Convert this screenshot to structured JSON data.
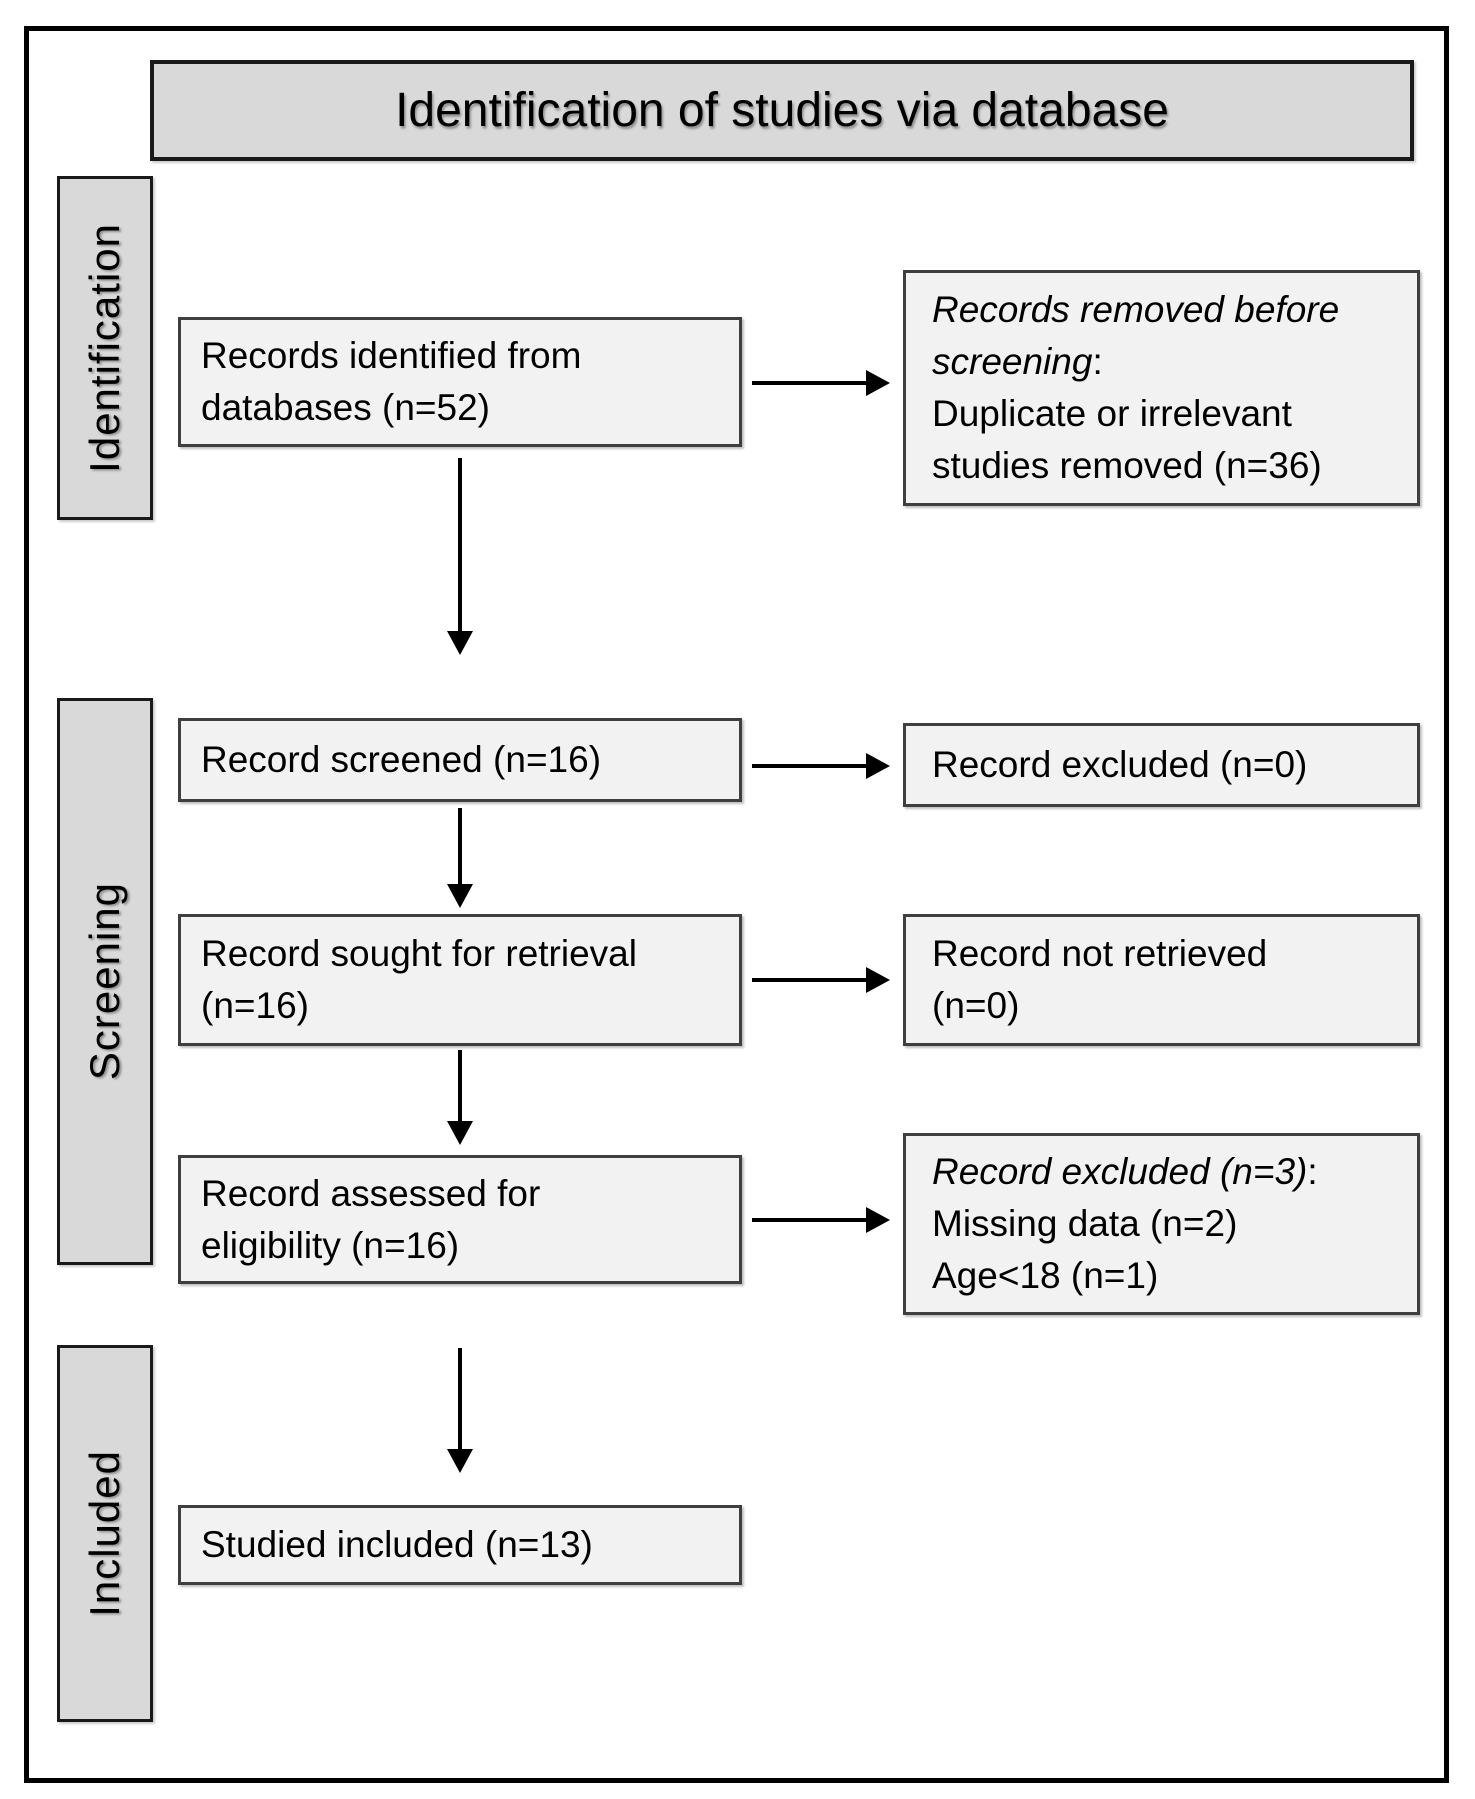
{
  "title": "Identification of studies via database",
  "colors": {
    "page-bg": "#ffffff",
    "band-fill": "#d9d9d9",
    "box-fill": "#f2f2f2",
    "frame-color": "#000000",
    "box-border": "#3f3f3f",
    "text-color": "#000000"
  },
  "stages": [
    {
      "label": "Identification"
    },
    {
      "label": "Screening"
    },
    {
      "label": "Included"
    }
  ],
  "flow": {
    "identified": {
      "text": "Records identified from\ndatabases (n=52)"
    },
    "screened": {
      "text": "Record screened (n=16)"
    },
    "sought": {
      "text": "Record sought for retrieval\n(n=16)"
    },
    "assessed": {
      "text": "Record assessed for\neligibility (n=16)"
    },
    "included": {
      "text": "Studied included (n=13)"
    }
  },
  "exclusions": {
    "removed_before_screening": {
      "em": "Records removed before\nscreening",
      "colon": ":",
      "rest": "\nDuplicate or irrelevant\nstudies removed (n=36)"
    },
    "excluded_screening": {
      "text": "Record excluded (n=0)"
    },
    "not_retrieved": {
      "text": "Record not retrieved\n(n=0)"
    },
    "excluded_eligibility": {
      "em": "Record excluded (n=3)",
      "colon": ":",
      "rest": "\nMissing data (n=2)\nAge<18 (n=1)"
    }
  }
}
